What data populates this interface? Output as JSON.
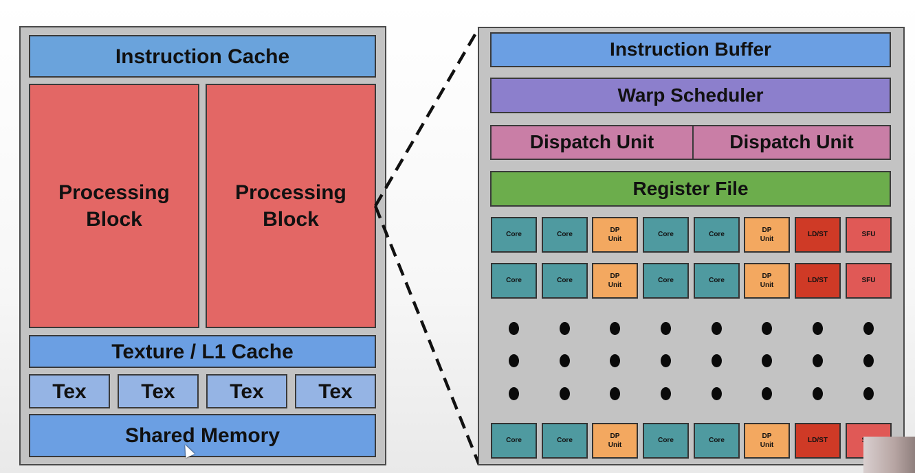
{
  "left_block": {
    "instruction_cache": "Instruction Cache",
    "processing_blocks": [
      "Processing\nBlock",
      "Processing\nBlock"
    ],
    "texture_cache": "Texture / L1 Cache",
    "tex_units": [
      "Tex",
      "Tex",
      "Tex",
      "Tex"
    ],
    "shared_memory": "Shared Memory"
  },
  "right_block": {
    "instruction_buffer": "Instruction Buffer",
    "warp_scheduler": "Warp Scheduler",
    "dispatch_units": [
      "Dispatch Unit",
      "Dispatch Unit"
    ],
    "register_file": "Register File",
    "unit_rows": [
      [
        "Core",
        "Core",
        "DP\nUnit",
        "Core",
        "Core",
        "DP\nUnit",
        "LD/ST",
        "SFU"
      ],
      [
        "Core",
        "Core",
        "DP\nUnit",
        "Core",
        "Core",
        "DP\nUnit",
        "LD/ST",
        "SFU"
      ],
      [
        "Core",
        "Core",
        "DP\nUnit",
        "Core",
        "Core",
        "DP\nUnit",
        "LD/ST",
        "SFU"
      ]
    ],
    "unit_kinds": [
      "core",
      "core",
      "dp",
      "core",
      "core",
      "dp",
      "ldst",
      "sfu"
    ],
    "ellipsis_rows": 3
  },
  "colors": {
    "core": "#4f9aa0",
    "dp_unit": "#f3a860",
    "ld_st": "#cf3a26",
    "sfu": "#e05956",
    "processing_block": "#e36765"
  }
}
